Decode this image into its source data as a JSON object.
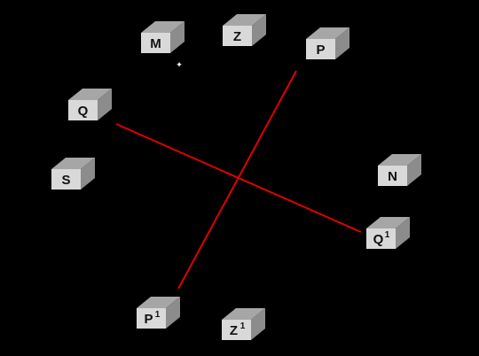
{
  "colors": {
    "background": "#000000",
    "line": "#e00000",
    "box_front": "#d9d9d9",
    "box_top": "#a6a6a6",
    "box_side": "#8c8c8c",
    "label": "#111111"
  },
  "boxes": [
    {
      "id": "M",
      "label": "M",
      "sup": ""
    },
    {
      "id": "Z",
      "label": "Z",
      "sup": ""
    },
    {
      "id": "P",
      "label": "P",
      "sup": ""
    },
    {
      "id": "Q",
      "label": "Q",
      "sup": ""
    },
    {
      "id": "S",
      "label": "S",
      "sup": ""
    },
    {
      "id": "N",
      "label": "N",
      "sup": ""
    },
    {
      "id": "Q1",
      "label": "Q",
      "sup": "1"
    },
    {
      "id": "P1",
      "label": "P",
      "sup": "1"
    },
    {
      "id": "Z1",
      "label": "Z",
      "sup": "1"
    }
  ],
  "lines": [
    {
      "id": "P-P1",
      "from": "P",
      "to": "P1"
    },
    {
      "id": "Q-Q1",
      "from": "Q",
      "to": "Q1"
    }
  ],
  "marker": {
    "glyph": "✦"
  }
}
